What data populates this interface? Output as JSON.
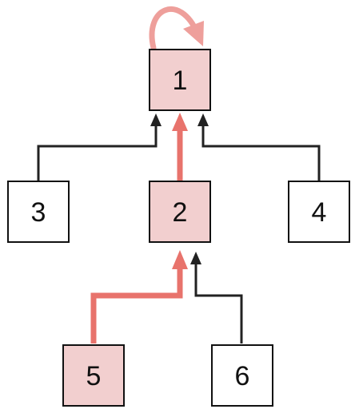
{
  "colors": {
    "highlight_fill": "#f2cfcf",
    "highlight_edge": "#e8736c",
    "self_loop": "#ee9f9b",
    "normal_fill": "#ffffff",
    "normal_edge": "#222222",
    "stroke": "#111111",
    "text": "#111111"
  },
  "nodes": [
    {
      "id": "1",
      "label": "1",
      "highlighted": true
    },
    {
      "id": "2",
      "label": "2",
      "highlighted": true
    },
    {
      "id": "3",
      "label": "3",
      "highlighted": false
    },
    {
      "id": "4",
      "label": "4",
      "highlighted": false
    },
    {
      "id": "5",
      "label": "5",
      "highlighted": true
    },
    {
      "id": "6",
      "label": "6",
      "highlighted": false
    }
  ],
  "edges": [
    {
      "from": "1",
      "to": "1",
      "type": "self-loop",
      "highlighted": true
    },
    {
      "from": "2",
      "to": "1",
      "highlighted": true
    },
    {
      "from": "3",
      "to": "1",
      "highlighted": false
    },
    {
      "from": "4",
      "to": "1",
      "highlighted": false
    },
    {
      "from": "5",
      "to": "2",
      "highlighted": true
    },
    {
      "from": "6",
      "to": "2",
      "highlighted": false
    }
  ]
}
